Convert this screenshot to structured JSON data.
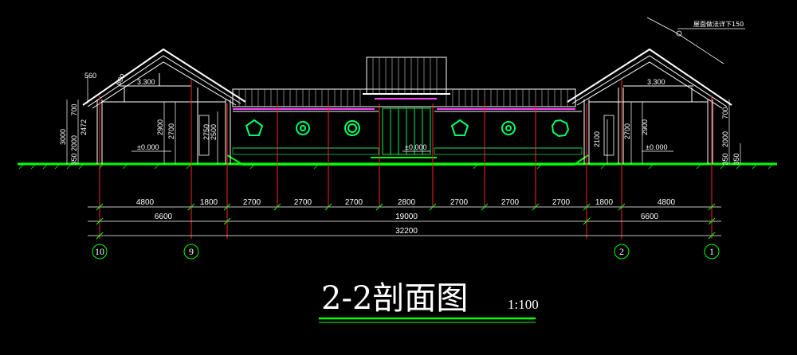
{
  "drawing": {
    "title": "2-2剖面图",
    "scale": "1:100",
    "roof_note": "屋面做法详下150",
    "colors": {
      "background": "#000000",
      "structure": "#ffffff",
      "ground": "#00ff00",
      "grid": "#ff2020",
      "ornament": "#00ff66",
      "trim": "#ff44ff",
      "door": "#00cc44"
    },
    "elevations": [
      {
        "label": "3.300",
        "side": "left"
      },
      {
        "label": "3.300",
        "side": "right"
      },
      {
        "label": "±0.000",
        "side": "left"
      },
      {
        "label": "±0.000",
        "side": "center"
      },
      {
        "label": "±0.000",
        "side": "right"
      }
    ],
    "dims_row1": [
      "4800",
      "1800",
      "2700",
      "2700",
      "2700",
      "2800",
      "2700",
      "2700",
      "2700",
      "1800",
      "4800"
    ],
    "dims_row2": [
      "6600",
      "19000",
      "6600"
    ],
    "dims_row3": [
      "32200"
    ],
    "grid_labels": [
      "10",
      "9",
      "2",
      "1"
    ],
    "vertical_dims": {
      "far_left": [
        "3000",
        "2000",
        "700",
        "2472",
        "350"
      ],
      "left_top": [
        "560",
        "600"
      ],
      "left_inner": [
        "2900",
        "2700"
      ],
      "left_door": [
        "2750",
        "2500"
      ],
      "right_door": [
        "2100"
      ],
      "right_inner": [
        "2700",
        "2900"
      ],
      "far_right": [
        "700",
        "2000",
        "350",
        "350"
      ]
    }
  }
}
